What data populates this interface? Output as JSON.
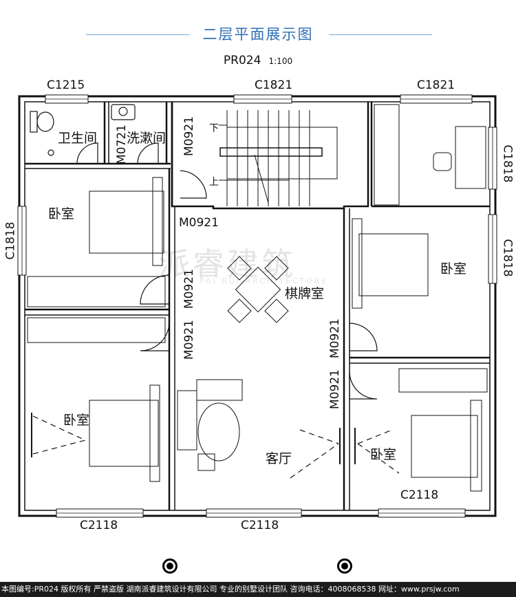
{
  "header": {
    "title": "二层平面展示图",
    "plan_code": "PR024",
    "scale": "1:100"
  },
  "windows": {
    "top_left": "C1215",
    "top_middle": "C1821",
    "top_right": "C1821",
    "left": "C1818",
    "right_upper": "C1818",
    "right_lower": "C1818",
    "bottom_left": "C2118",
    "bottom_middle": "C2118",
    "bottom_right": "C2118"
  },
  "doors": {
    "bath_door": "M0721",
    "wash_door": "M0921",
    "bed_nw_door": "M0921",
    "bed_w_door": "M0921",
    "bed_sw_door": "M0921",
    "bed_e_door": "M0921",
    "bed_se_door": "M0921"
  },
  "rooms": {
    "bathroom": "卫生间",
    "washroom": "洗漱间",
    "bedroom_nw": "卧室",
    "bedroom_sw": "卧室",
    "bedroom_e": "卧室",
    "bedroom_se": "卧室",
    "chess_room": "棋牌室",
    "living_room": "客厅"
  },
  "stairs": {
    "down": "下",
    "up": "上"
  },
  "watermark": {
    "brand": "派睿建筑",
    "sub": "PAI RUI ARCHITECTURE"
  },
  "footer": {
    "text": "本图编号:PR024 版权所有 严禁盗版 湖南派睿建筑设计有限公司 专业的别墅设计团队 咨询电话：4008068538 网址：www.prsjw.com"
  },
  "colors": {
    "title": "#2f6fb6",
    "wall": "#111111",
    "footer_bg": "#1c1c1c"
  }
}
